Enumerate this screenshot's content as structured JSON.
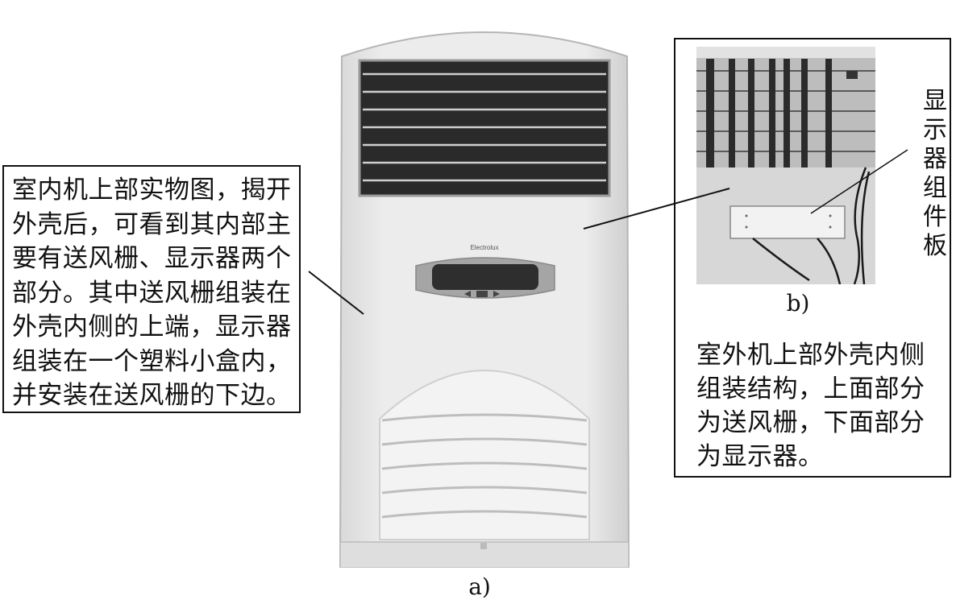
{
  "figure": {
    "left_caption": [
      "室内机上部实物图，揭开",
      "外壳后，可看到其内部主",
      "要有送风栅、显示器两个",
      "部分。其中送风栅组装在",
      "外壳内侧的上端，显示器",
      "组装在一个塑料小盒内，",
      "并安装在送风栅的下边。"
    ],
    "right_caption": [
      "室外机上部外壳内侧",
      "组装结构，上面部分",
      "为送风栅，下面部分",
      "为显示器。"
    ],
    "vertical_label": [
      "显",
      "示",
      "器",
      "组",
      "件",
      "板"
    ],
    "label_a": "a)",
    "label_b": "b)",
    "brand": "Electrolux"
  },
  "colors": {
    "outline": "#111111",
    "unit_body": "#e6e6e6",
    "grille": "#1a1a1a",
    "display_panel": "#9a9a9a"
  }
}
